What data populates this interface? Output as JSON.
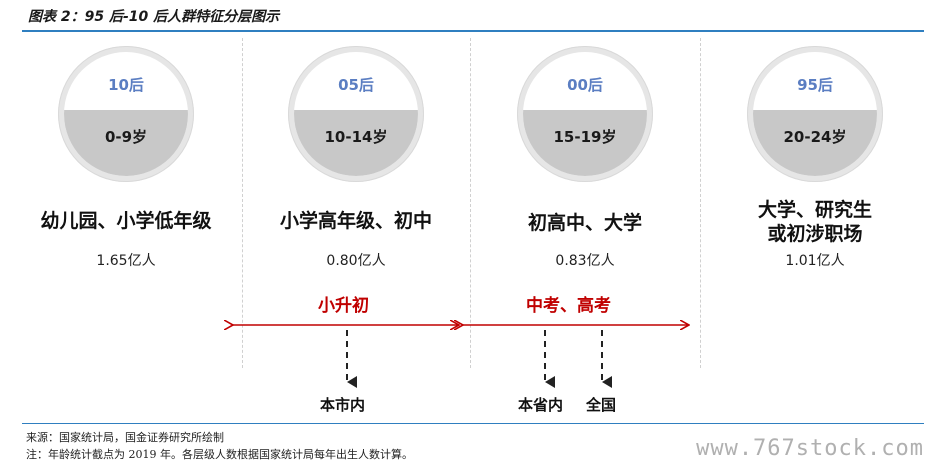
{
  "title": "图表 2：95 后-10 后人群特征分层图示",
  "groups": [
    {
      "gen": "10后",
      "age": "0-9岁",
      "label": "幼儿园、小学低年级",
      "pop": "1.65亿人"
    },
    {
      "gen": "05后",
      "age": "10-14岁",
      "label": "小学高年级、初中",
      "pop": "0.80亿人"
    },
    {
      "gen": "00后",
      "age": "15-19岁",
      "label": "初高中、大学",
      "pop": "0.83亿人"
    },
    {
      "gen": "95后",
      "age": "20-24岁",
      "label_line1": "大学、研究生",
      "label_line2": "或初涉职场",
      "pop": "1.01亿人"
    }
  ],
  "transitions": {
    "xsc": "小升初",
    "exams": "中考、高考",
    "dest_city": "本市内",
    "dest_province": "本省内",
    "dest_national": "全国"
  },
  "footer": {
    "source": "来源：国家统计局，国金证券研究所绘制",
    "note": "注：年龄统计截点为 2019 年。各层级人数根据国家统计局每年出生人数计算。"
  },
  "watermark": "www.767stock.com",
  "colors": {
    "accent_blue": "#2f7fc0",
    "gen_blue": "#5b7ec2",
    "arrow_red": "#c00000"
  }
}
